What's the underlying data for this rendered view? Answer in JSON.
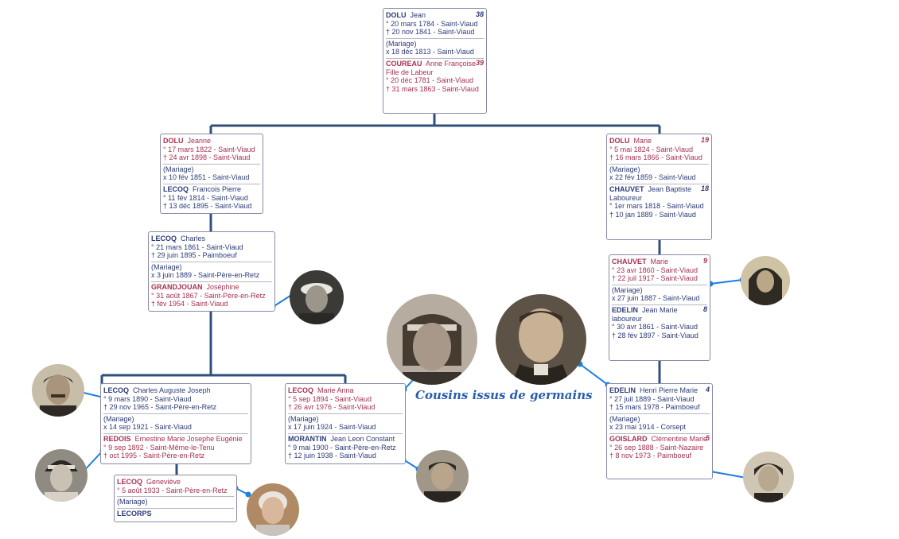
{
  "colors": {
    "male": "#2b3a78",
    "female": "#a83050",
    "connector": "#2f4f7f",
    "photo_link": "#1a7fe0",
    "caption": "#2a5db0"
  },
  "caption": "Cousins issus de germains",
  "boxes": {
    "b1": {
      "persons": [
        {
          "num": "38",
          "surname": "DOLU",
          "given": "Jean",
          "sex": "male",
          "lines": [
            "° 20 mars 1784  - Saint-Viaud",
            "† 20 nov 1841  - Saint-Viaud"
          ]
        },
        {
          "mar_label": "(Mariage)",
          "mar_line": "x 18 déc 1813  - Saint-Viaud"
        },
        {
          "num": "39",
          "surname": "COUREAU",
          "given": "Anne Françoise",
          "sex": "female",
          "lines": [
            "Fille de Labeur",
            "° 20 déc 1781  - Saint-Viaud",
            "† 31 mars 1863  - Saint-Viaud"
          ]
        }
      ]
    },
    "b2": {
      "persons": [
        {
          "surname": "DOLU",
          "given": "Jeanne",
          "sex": "female",
          "lines": [
            "° 17 mars 1822  - Saint-Viaud",
            "† 24 avr 1898  - Saint-Viaud"
          ]
        },
        {
          "mar_label": "(Mariage)",
          "mar_line": "x 10 fév 1851  - Saint-Viaud"
        },
        {
          "surname": "LECOQ",
          "given": "Francois Pierre",
          "sex": "male",
          "lines": [
            "° 11 fév 1814  - Saint-Viaud",
            "† 13 déc 1895  - Saint-Viaud"
          ]
        }
      ]
    },
    "b3": {
      "persons": [
        {
          "num": "19",
          "surname": "DOLU",
          "given": "Marie",
          "sex": "female",
          "lines": [
            "° 5 mai 1824  - Saint-Viaud",
            "† 16 mars 1866  - Saint-Viaud"
          ]
        },
        {
          "mar_label": "(Mariage)",
          "mar_line": "x 22 fév 1859  - Saint-Viaud"
        },
        {
          "num": "18",
          "surname": "CHAUVET",
          "given": "Jean Baptiste",
          "sex": "male",
          "lines": [
            "Laboureur",
            "° 1er mars 1818  - Saint-Viaud",
            "† 10 jan 1889  - Saint-Viaud"
          ]
        }
      ]
    },
    "b4": {
      "persons": [
        {
          "surname": "LECOQ",
          "given": "Charles",
          "sex": "male",
          "lines": [
            "° 21 mars 1861  - Saint-Viaud",
            "† 29 juin 1895  - Paimboeuf"
          ]
        },
        {
          "mar_label": "(Mariage)",
          "mar_line": "x 3 juin 1889  - Saint-Père-en-Retz"
        },
        {
          "surname": "GRANDJOUAN",
          "given": "Joséphine",
          "sex": "female",
          "lines": [
            "° 31 août 1867  - Saint-Père-en-Retz",
            "† fév 1954  - Saint-Viaud"
          ]
        }
      ]
    },
    "b5": {
      "persons": [
        {
          "num": "9",
          "surname": "CHAUVET",
          "given": "Marie",
          "sex": "female",
          "lines": [
            "° 23 avr 1860  - Saint-Viaud",
            "† 22 juil 1917  - Saint-Viaud"
          ]
        },
        {
          "mar_label": "(Mariage)",
          "mar_line": "x 27 juin 1887  - Saint-Viaud"
        },
        {
          "num": "8",
          "surname": "EDELIN",
          "given": "Jean Marie",
          "sex": "male",
          "lines": [
            "laboureur",
            "° 30 avr 1861  - Saint-Viaud",
            "† 28 fév 1897  - Saint-Viaud"
          ]
        }
      ]
    },
    "b6": {
      "persons": [
        {
          "surname": "LECOQ",
          "given": "Charles Auguste Joseph",
          "sex": "male",
          "lines": [
            "° 9 mars 1890  - Saint-Viaud",
            "† 29 nov 1965  - Saint-Père-en-Retz"
          ]
        },
        {
          "mar_label": "(Mariage)",
          "mar_line": "x 14 sep 1921  - Saint-Viaud"
        },
        {
          "surname": "REDOIS",
          "given": "Ernestine Marie Josephe Eugénie",
          "sex": "female",
          "lines": [
            "° 9 sep 1892  - Saint-Même-le-Tenu",
            "† oct 1995  - Saint-Père-en-Retz"
          ]
        }
      ]
    },
    "b7": {
      "persons": [
        {
          "surname": "LECOQ",
          "given": "Marie Anna",
          "sex": "female",
          "lines": [
            "° 5 sep 1894  - Saint-Viaud",
            "† 26 avr 1976  - Saint-Viaud"
          ]
        },
        {
          "mar_label": "(Mariage)",
          "mar_line": "x 17 juin 1924  - Saint-Viaud"
        },
        {
          "surname": "MORANTIN",
          "given": "Jean Leon Constant",
          "sex": "male",
          "lines": [
            "° 9 mai 1900  - Saint-Père-en-Retz",
            "† 12 juin 1938  - Saint-Viaud"
          ]
        }
      ]
    },
    "b8": {
      "persons": [
        {
          "num": "4",
          "surname": "EDELIN",
          "given": "Henri Pierre Marie",
          "sex": "male",
          "lines": [
            "° 27 juil 1889  - Saint-Viaud",
            "† 15 mars 1978  - Paimboeuf"
          ]
        },
        {
          "mar_label": "(Mariage)",
          "mar_line": "x 23 mai 1914  - Corsept"
        },
        {
          "num": "5",
          "surname": "GOISLARD",
          "given": "Clémentine Marie",
          "sex": "female",
          "lines": [
            "° 26 sep 1888  - Saint-Nazaire",
            "† 8 nov 1973  - Paimboeuf"
          ]
        }
      ]
    },
    "b9": {
      "persons": [
        {
          "surname": "LECOQ",
          "given": "Geneviève",
          "sex": "female",
          "lines": [
            "° 5 août 1933  - Saint-Père-en-Retz"
          ]
        },
        {
          "mar_label": "(Mariage)",
          "mar_line": ""
        },
        {
          "surname": "LECORPS",
          "given": "",
          "sex": "male",
          "lines": []
        }
      ]
    }
  }
}
